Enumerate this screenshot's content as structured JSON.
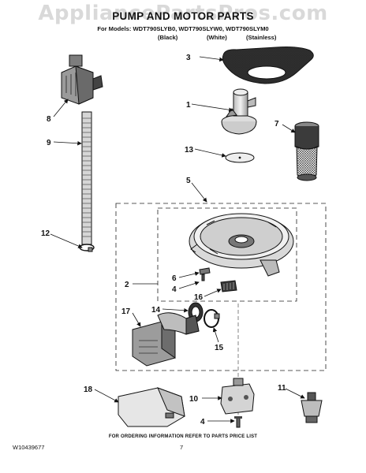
{
  "watermark": "AppliancePartsPros.com",
  "header": {
    "title": "PUMP AND MOTOR PARTS",
    "models": "For Models: WDT790SLYB0, WDT790SLYW0, WDT790SLYM0",
    "finishes": [
      "(Black)",
      "(White)",
      "(Stainless)"
    ]
  },
  "callouts": [
    "1",
    "2",
    "3",
    "4",
    "4",
    "5",
    "6",
    "7",
    "8",
    "9",
    "10",
    "11",
    "12",
    "13",
    "14",
    "15",
    "16",
    "17",
    "18"
  ],
  "footer": {
    "ordering_note": "FOR ORDERING INFORMATION REFER TO PARTS PRICE LIST",
    "doc_number": "W10439677",
    "page_number": "7"
  }
}
